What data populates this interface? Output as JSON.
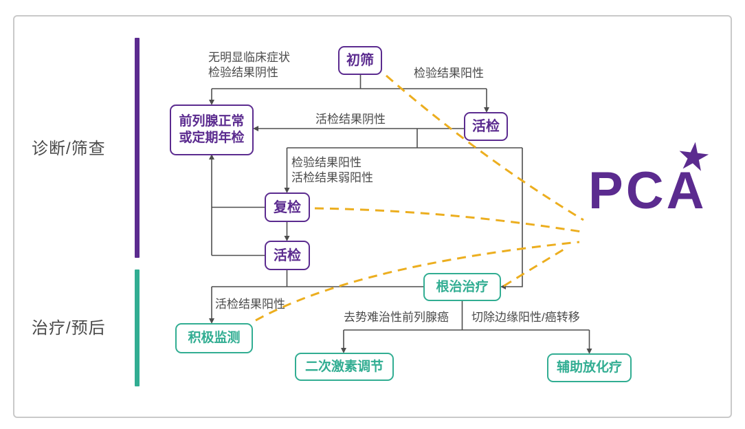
{
  "colors": {
    "purple": "#5b2b8f",
    "teal": "#31ad92",
    "yellow": "#ecae1f",
    "line": "#4d4d4d",
    "text": "#4a4a4a",
    "frame": "#c9c9c9"
  },
  "sections": {
    "diagnosis": {
      "label": "诊断/筛查"
    },
    "treatment": {
      "label": "治疗/预后"
    }
  },
  "logo": {
    "text": "PCA",
    "star": "★"
  },
  "nodes": {
    "chushai": {
      "label": "初筛"
    },
    "huojian1": {
      "label": "活检"
    },
    "normal": {
      "line1": "前列腺正常",
      "line2": "或定期年检"
    },
    "fujian": {
      "label": "复检"
    },
    "huojian2": {
      "label": "活检"
    },
    "genzhi": {
      "label": "根治治疗"
    },
    "jiji": {
      "label": "积极监测"
    },
    "erci": {
      "label": "二次激素调节"
    },
    "fuzhu": {
      "label": "辅助放化疗"
    }
  },
  "edge_labels": {
    "no_symptoms": {
      "line1": "无明显临床症状",
      "line2": "检验结果阴性"
    },
    "test_positive": "检验结果阳性",
    "biopsy_negative": "活检结果阴性",
    "retest": {
      "line1": "检验结果阳性",
      "line2": "活检结果弱阳性"
    },
    "biopsy_positive": "活检结果阳性",
    "castration_resistant": "去势难治性前列腺癌",
    "margin_positive": "切除边缘阳性/癌转移"
  }
}
